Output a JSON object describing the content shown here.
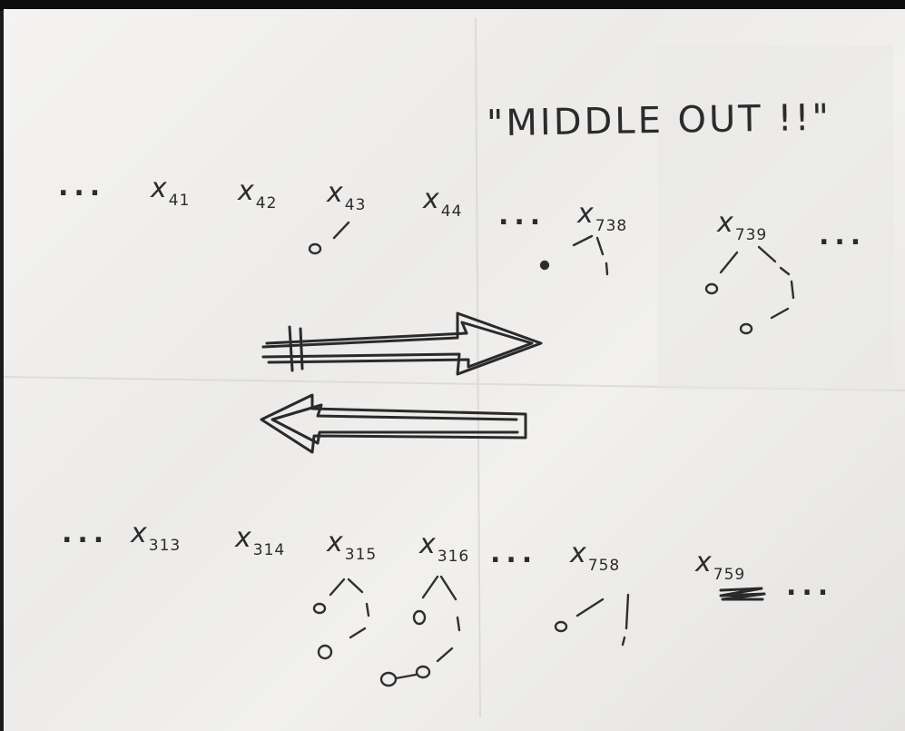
{
  "title": "\"MIDDLE OUT !!\"",
  "ellipsis": "...",
  "top_row": {
    "terms": [
      {
        "base": "x",
        "sub": "41"
      },
      {
        "base": "x",
        "sub": "42"
      },
      {
        "base": "x",
        "sub": "43"
      },
      {
        "base": "x",
        "sub": "44"
      },
      {
        "base": "x",
        "sub": "738"
      },
      {
        "base": "x",
        "sub": "739"
      }
    ]
  },
  "bottom_row": {
    "terms": [
      {
        "base": "x",
        "sub": "313"
      },
      {
        "base": "x",
        "sub": "314"
      },
      {
        "base": "x",
        "sub": "315"
      },
      {
        "base": "x",
        "sub": "316"
      },
      {
        "base": "x",
        "sub": "758"
      },
      {
        "base": "x",
        "sub": "759"
      }
    ]
  },
  "colors": {
    "ink": "#2a2a2a",
    "paper": "#f1f0ee",
    "background": "#1b1b1b"
  }
}
